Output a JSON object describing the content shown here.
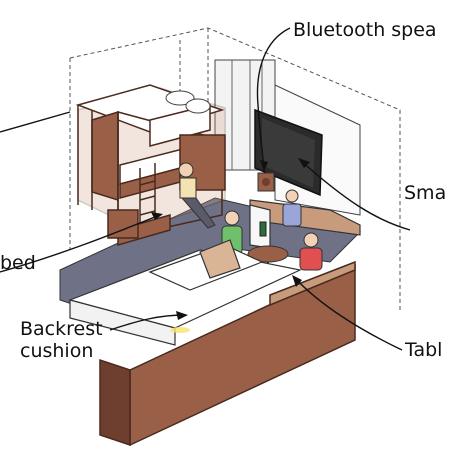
{
  "labels": {
    "bluetooth": "Bluetooth spea",
    "smart": "Sma",
    "bed": "bed",
    "backrest_line1": "Backrest",
    "backrest_line2": "cushion",
    "table": "Tabl"
  },
  "colors": {
    "wood": "#9a5f47",
    "wood_dark": "#6e3f2e",
    "wood_light": "#c89b7d",
    "carpet": "#6f7287",
    "wall_line": "#444444",
    "white": "#ffffff",
    "outline": "#2a2a2a"
  },
  "icons": {
    "speaker": "bluetooth-speaker-icon",
    "tv": "smart-tv-icon"
  }
}
